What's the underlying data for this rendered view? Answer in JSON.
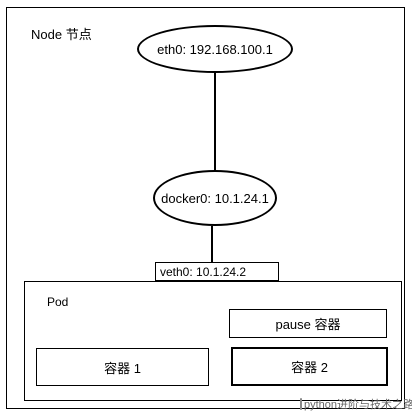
{
  "diagram": {
    "node_label": "Node 节点",
    "eth0_label": "eth0: 192.168.100.1",
    "docker0_label": "docker0: 10.1.24.1",
    "veth0_label": "veth0: 10.1.24.2",
    "pod_label": "Pod",
    "pause_label": "pause 容器",
    "container1_label": "容器 1",
    "container2_label": "容器 2"
  },
  "watermark": {
    "icon": "wechat-icon",
    "text": "python进阶与技术之路"
  }
}
